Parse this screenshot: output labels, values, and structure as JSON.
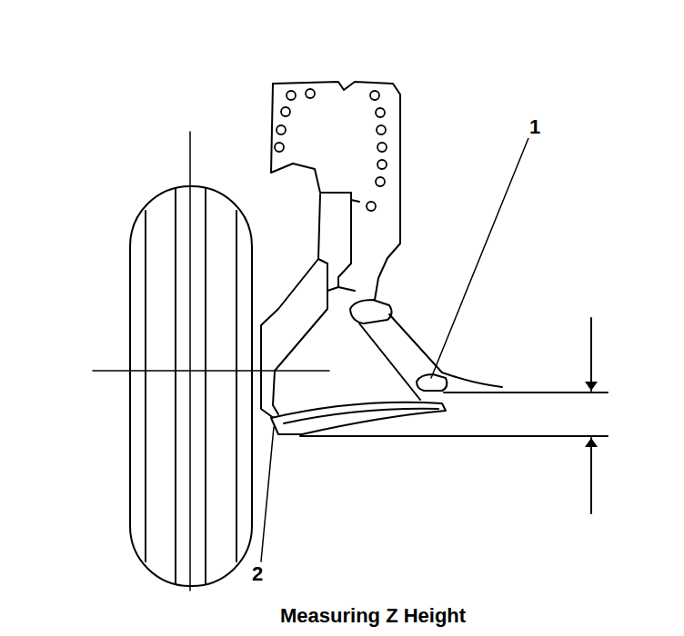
{
  "diagram": {
    "caption": "Measuring Z Height",
    "labels": [
      "1",
      "2"
    ]
  }
}
